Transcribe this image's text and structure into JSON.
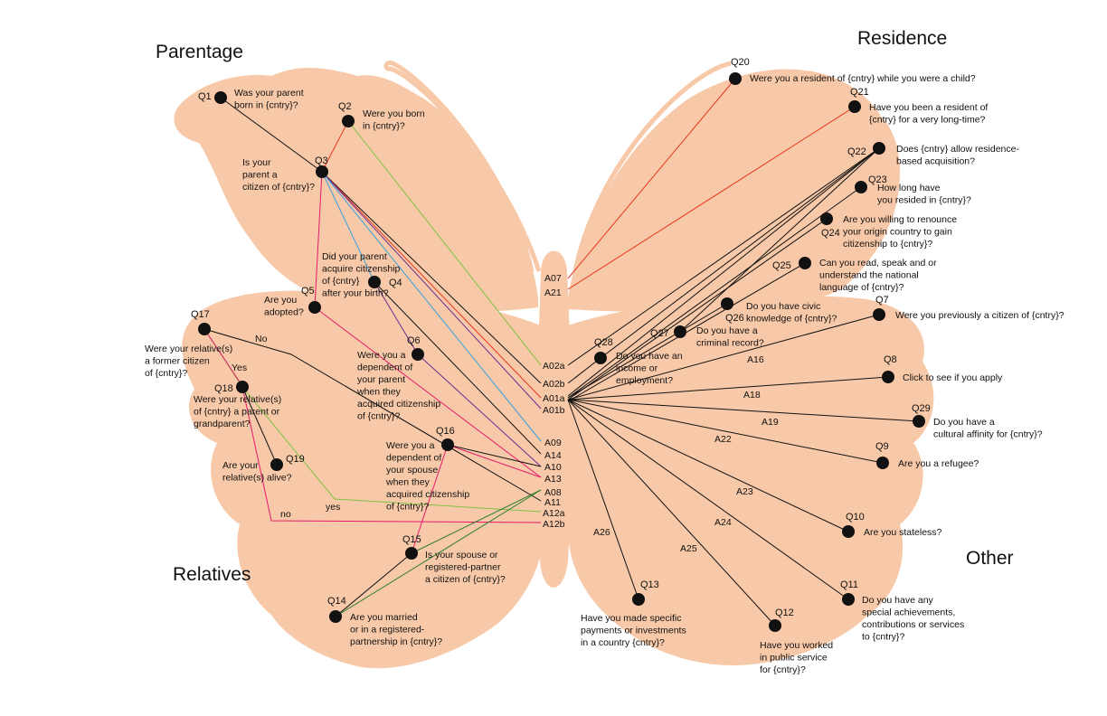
{
  "sections": {
    "parentage": "Parentage",
    "residence": "Residence",
    "relatives": "Relatives",
    "other": "Other"
  },
  "colors": {
    "wing_fill": "#f8c9a8",
    "node": "#111111",
    "edge_default": "#111111",
    "edge_red": "#e8341c",
    "edge_green": "#7dc242",
    "edge_blue": "#3aa0dc",
    "edge_purple": "#6b2c91",
    "edge_magenta": "#e6196d",
    "edge_darkgreen": "#2e7d32"
  },
  "questions": [
    {
      "id": "Q1",
      "label": "Q1",
      "lines": [
        "Was your parent",
        "born in {cntry}?"
      ]
    },
    {
      "id": "Q2",
      "label": "Q2",
      "lines": [
        "Were you born",
        "in {cntry}?"
      ]
    },
    {
      "id": "Q3",
      "label": "Q3",
      "lines": [
        "Is your",
        "parent a",
        "citizen of {cntry}?"
      ]
    },
    {
      "id": "Q4",
      "label": "Q4",
      "lines": [
        "Did your parent",
        "acquire citizenship",
        "of {cntry}",
        "after your birth?"
      ]
    },
    {
      "id": "Q5",
      "label": "Q5",
      "lines": [
        "Are you",
        "adopted?"
      ]
    },
    {
      "id": "Q6",
      "label": "Q6",
      "lines": [
        "Were you a",
        "dependent of",
        "your parent",
        "when they",
        "acquired citizenship",
        "of {cntry}?"
      ]
    },
    {
      "id": "Q7",
      "label": "Q7",
      "lines": [
        "Were you previously a citizen of {cntry}?"
      ]
    },
    {
      "id": "Q8",
      "label": "Q8",
      "lines": [
        "Click to see if you apply"
      ]
    },
    {
      "id": "Q9",
      "label": "Q9",
      "lines": [
        "Are you a refugee?"
      ]
    },
    {
      "id": "Q10",
      "label": "Q10",
      "lines": [
        "Are you stateless?"
      ]
    },
    {
      "id": "Q11",
      "label": "Q11",
      "lines": [
        "Do you have any",
        "special achievements,",
        "contributions or services",
        "to {cntry}?"
      ]
    },
    {
      "id": "Q12",
      "label": "Q12",
      "lines": [
        "Have you worked",
        "in public service",
        "for {cntry}?"
      ]
    },
    {
      "id": "Q13",
      "label": "Q13",
      "lines": [
        "Have you made specific",
        "payments or investments",
        "in a country {cntry}?"
      ]
    },
    {
      "id": "Q14",
      "label": "Q14",
      "lines": [
        "Are you married",
        "or in a registered-",
        "partnership in {cntry}?"
      ]
    },
    {
      "id": "Q15",
      "label": "Q15",
      "lines": [
        "Is your spouse or",
        "registered-partner",
        "a citizen of {cntry}?"
      ]
    },
    {
      "id": "Q16",
      "label": "Q16",
      "lines": [
        "Were you a",
        "dependent of",
        "your spouse",
        "when they",
        "acquired citizenship",
        "of {cntry}?"
      ]
    },
    {
      "id": "Q17",
      "label": "Q17",
      "lines": [
        "Were your relative(s)",
        "a former citizen",
        "of {cntry}?"
      ]
    },
    {
      "id": "Q18",
      "label": "Q18",
      "lines": [
        "Were your relative(s)",
        "of {cntry} a parent or",
        "grandparent?"
      ]
    },
    {
      "id": "Q19",
      "label": "Q19",
      "lines": [
        "Are your",
        "relative(s) alive?"
      ]
    },
    {
      "id": "Q20",
      "label": "Q20",
      "lines": [
        "Were you a resident of {cntry} while you were a child?"
      ]
    },
    {
      "id": "Q21",
      "label": "Q21",
      "lines": [
        "Have you been a resident of",
        "{cntry} for a very long-time?"
      ]
    },
    {
      "id": "Q22",
      "label": "Q22",
      "lines": [
        "Does {cntry} allow residence-",
        "based acquisition?"
      ]
    },
    {
      "id": "Q23",
      "label": "Q23",
      "lines": [
        "How long have",
        "you resided in {cntry}?"
      ]
    },
    {
      "id": "Q24",
      "label": "Q24",
      "lines": [
        "Are you willing to renounce",
        "your origin country to gain",
        "citizenship to {cntry}?"
      ]
    },
    {
      "id": "Q25",
      "label": "Q25",
      "lines": [
        "Can you read, speak and or",
        "understand the national",
        "language of {cntry}?"
      ]
    },
    {
      "id": "Q26",
      "label": "Q26",
      "lines": [
        "Do you have civic",
        "knowledge of {cntry}?"
      ]
    },
    {
      "id": "Q27",
      "label": "Q27",
      "lines": [
        "Do you have a",
        "criminal record?"
      ]
    },
    {
      "id": "Q28",
      "label": "Q28",
      "lines": [
        "Do you have an",
        "income or",
        "employment?"
      ]
    },
    {
      "id": "Q29",
      "label": "Q29",
      "lines": [
        "Do you have a",
        "cultural affinity for {cntry}?"
      ]
    }
  ],
  "answers": [
    "A07",
    "A21",
    "A02a",
    "A02b",
    "A01a",
    "A01b",
    "A09",
    "A14",
    "A10",
    "A13",
    "A08",
    "A11",
    "A12a",
    "A12b"
  ],
  "edge_labels": [
    "No",
    "Yes",
    "yes",
    "no",
    "A16",
    "A18",
    "A19",
    "A22",
    "A23",
    "A24",
    "A25",
    "A26"
  ]
}
